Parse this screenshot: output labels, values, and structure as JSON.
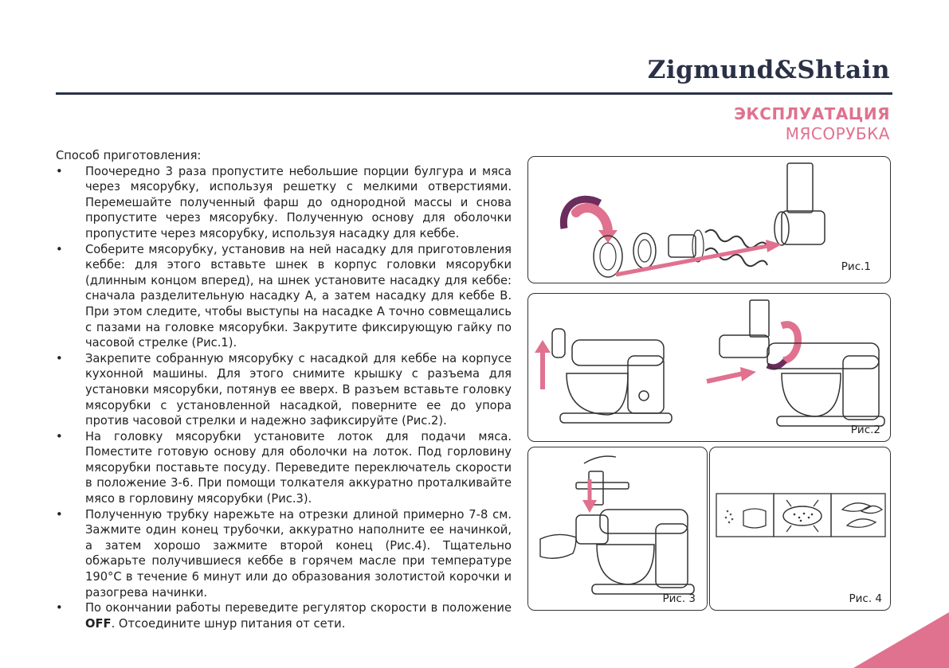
{
  "header": {
    "brand": "Zigmund&Shtain",
    "section_title": "ЭКСПЛУАТАЦИЯ",
    "section_subtitle": "МЯСОРУБКА"
  },
  "instructions": {
    "intro": "Способ приготовления:",
    "bullet": "•",
    "items": [
      "Поочередно 3 раза пропустите небольшие порции булгура и мяса через мясорубку, используя решетку с мелкими отверстиями. Перемешайте полученный фарш до однородной массы и снова пропустите через мясорубку. Полученную основу для оболочки пропустите через мясорубку, используя насадку для кеббе.",
      "Соберите мясорубку, установив на ней насадку для приготовления кеббе: для этого вставьте шнек в корпус головки мясорубки (длинным концом вперед), на шнек установите насадку для кеббе: сначала разделительную насадку А, а затем насадку для кеббе B. При этом следите, чтобы выступы на насадке А точно совмещались с пазами на головке мясорубки. Закрутите фиксирующую гайку по часовой стрелке (Рис.1).",
      "Закрепите собранную мясорубку с насадкой для кеббе на корпусе кухонной машины. Для этого снимите крышку с разъема для установки мясорубки, потянув ее вверх. В разъем вставьте головку мясорубки с установленной насадкой, поверните ее до упора против часовой стрелки и надежно зафиксируйте (Рис.2).",
      "На головку мясорубки установите лоток для подачи мяса. Поместите готовую основу для оболочки на лоток. Под горловину мясорубки поставьте посуду. Переведите переключатель скорости в положение 3-6. При помощи толкателя аккуратно проталкивайте мясо в горловину мясорубки (Рис.3).",
      "Полученную трубку нарежьте на отрезки длиной примерно 7-8 см. Зажмите один конец трубочки, аккуратно наполните ее начинкой, а затем хорошо зажмите второй конец (Рис.4). Тщательно обжарьте получившиеся кеббе в горячем масле при температуре 190°С в течение 6 минут или до образования золотистой корочки и разогрева начинки."
    ],
    "last_item_prefix": "По окончании работы переведите регулятор скорости в положение ",
    "last_item_bold": "OFF",
    "last_item_suffix": ". Отсоедините шнур питания от сети."
  },
  "figures": {
    "fig1": "Рис.1",
    "fig2": "Рис.2",
    "fig3": "Рис. 3",
    "fig4": "Рис. 4"
  },
  "colors": {
    "accent": "#e0718f",
    "navy": "#2a3147",
    "arrow_dark": "#6b2d5c"
  }
}
